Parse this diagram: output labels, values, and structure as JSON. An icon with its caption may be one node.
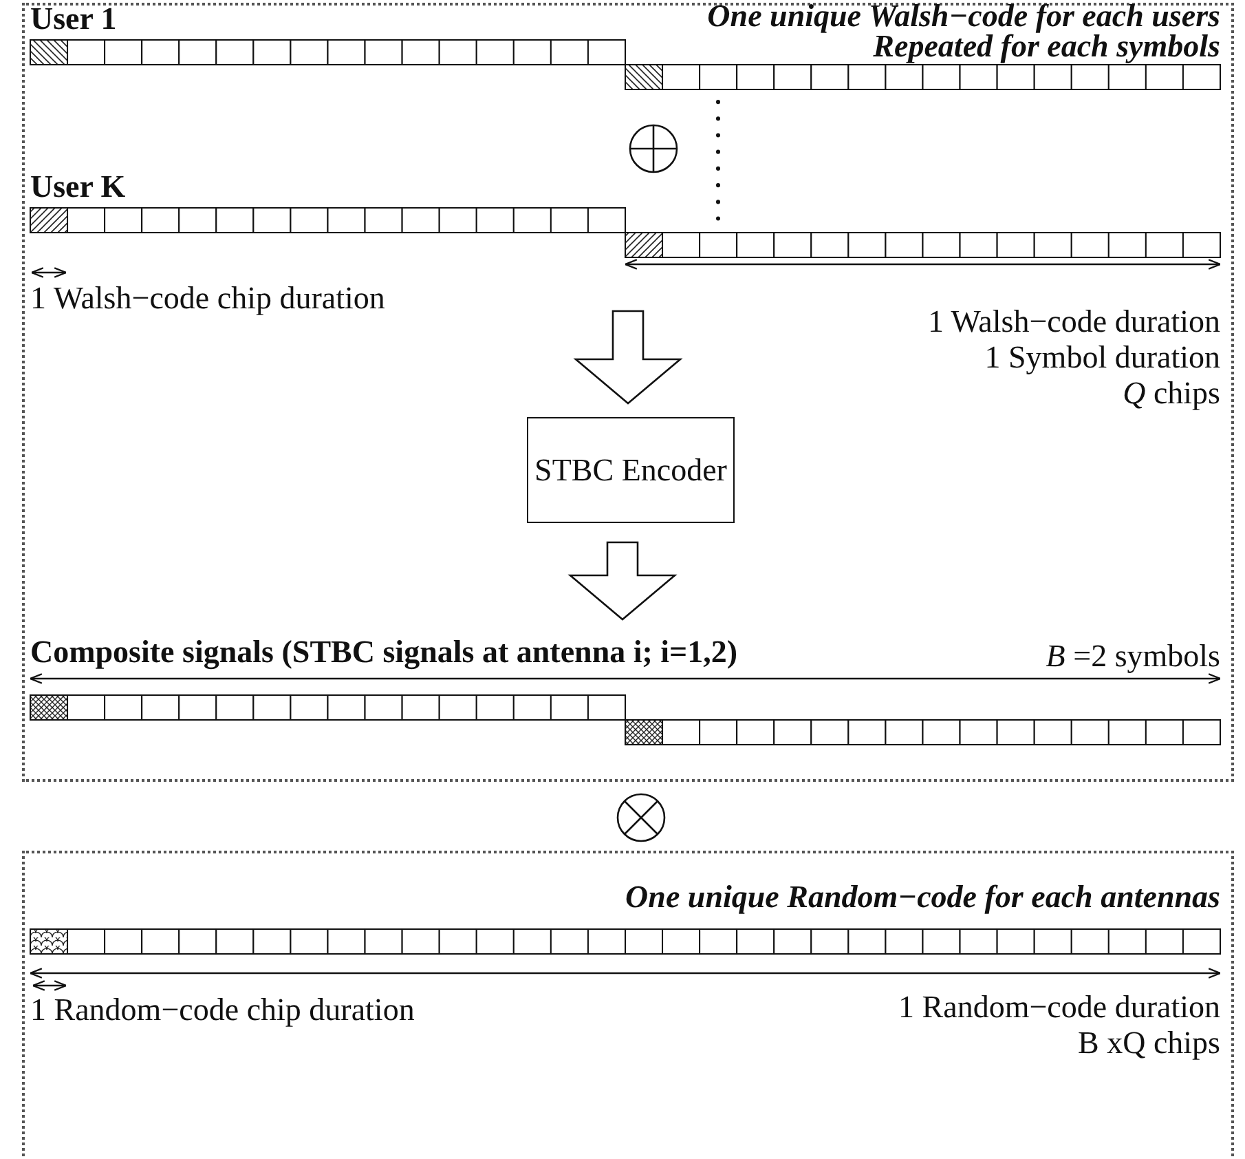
{
  "diagram": {
    "nodes": [
      {
        "text": [],
        "shape": "box"
      },
      {
        "text": [
          "User 1"
        ],
        "in": 0
      },
      {
        "text": [
          "User K"
        ],
        "in": 0
      },
      {
        "text": [
          "STBC Encoder"
        ],
        "in": 0
      },
      {
        "text": [
          "Composite signals (STBC signals at antenna i; i=1,2)"
        ],
        "in": 0
      },
      {
        "text": [],
        "shape": "box"
      },
      {
        "text": [],
        "shape": "bar",
        "in": 5,
        "beside": [
          "One unique Random−code for each antennas"
        ]
      }
    ],
    "edges": [
      {
        "from": 2,
        "to": 3,
        "arrow": "to"
      },
      {
        "from": 3,
        "to": 4,
        "arrow": "to"
      }
    ],
    "labels": [
      "One unique Walsh−code for each users",
      "Repeated for each symbols",
      "1 Walsh−code chip duration",
      "1 Walsh−code duration",
      "1 Symbol duration",
      "*Q* chips",
      "*B* =2 symbols",
      "1 Random−code chip duration",
      "1 Random−code duration",
      "B xQ chips"
    ]
  }
}
